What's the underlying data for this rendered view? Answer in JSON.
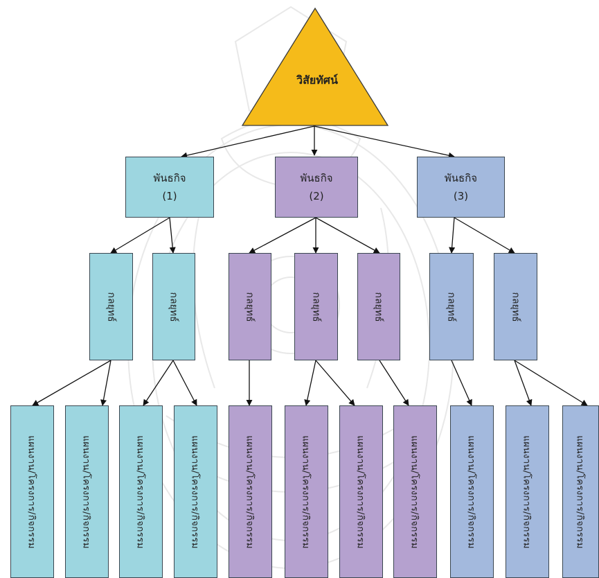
{
  "vision": {
    "label": "วิสัยทัศน์",
    "color": "#f5bb1a"
  },
  "missions": [
    {
      "label": "พันธกิจ",
      "number": "(1)",
      "color": "#9dd6e0"
    },
    {
      "label": "พันธกิจ",
      "number": "(2)",
      "color": "#b5a1cf"
    },
    {
      "label": "พันธกิจ",
      "number": "(3)",
      "color": "#a3b9dd"
    }
  ],
  "strategies": [
    {
      "label": "กลยุทธ์",
      "mission": 1
    },
    {
      "label": "กลยุทธ์",
      "mission": 1
    },
    {
      "label": "กลยุทธ์",
      "mission": 2
    },
    {
      "label": "กลยุทธ์",
      "mission": 2
    },
    {
      "label": "กลยุทธ์",
      "mission": 2
    },
    {
      "label": "กลยุทธ์",
      "mission": 3
    },
    {
      "label": "กลยุทธ์",
      "mission": 3
    }
  ],
  "projects": [
    {
      "label": "แผนงาน/โครงการ/กิจกรรม",
      "strategy": 1
    },
    {
      "label": "แผนงาน/โครงการ/กิจกรรม",
      "strategy": 1
    },
    {
      "label": "แผนงาน/โครงการ/กิจกรรม",
      "strategy": 2
    },
    {
      "label": "แผนงาน/โครงการ/กิจกรรม",
      "strategy": 2
    },
    {
      "label": "แผนงาน/โครงการ/กิจกรรม",
      "strategy": 3
    },
    {
      "label": "แผนงาน/โครงการ/กิจกรรม",
      "strategy": 4
    },
    {
      "label": "แผนงาน/โครงการ/กิจกรรม",
      "strategy": 4
    },
    {
      "label": "แผนงาน/โครงการ/กิจกรรม",
      "strategy": 5
    },
    {
      "label": "แผนงาน/โครงการ/กิจกรรม",
      "strategy": 6
    },
    {
      "label": "แผนงาน/โครงการ/กิจกรรม",
      "strategy": 7
    },
    {
      "label": "แผนงาน/โครงการ/กิจกรรม",
      "strategy": 7
    }
  ]
}
